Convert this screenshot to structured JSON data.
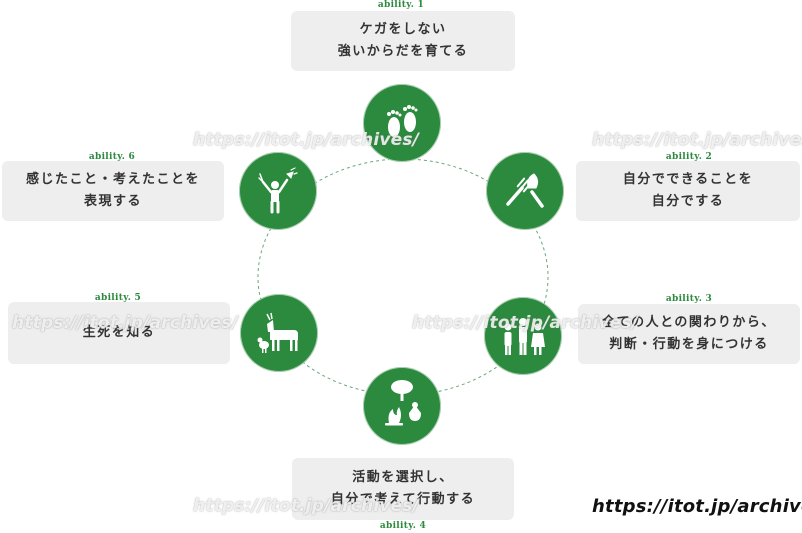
{
  "abilities": [
    {
      "label": "ability. 1",
      "lines": [
        "ケガをしない",
        "強いからだを育てる"
      ],
      "icon": "footprints-icon"
    },
    {
      "label": "ability. 2",
      "lines": [
        "自分でできることを",
        "自分でする"
      ],
      "icon": "garden-tools-icon"
    },
    {
      "label": "ability. 3",
      "lines": [
        "全ての人との関わりから、",
        "判断・行動を身につける"
      ],
      "icon": "people-icon"
    },
    {
      "label": "ability. 4",
      "lines": [
        "活動を選択し、",
        "自分で考えて行動する"
      ],
      "icon": "tree-campfire-icon"
    },
    {
      "label": "ability. 5",
      "lines": [
        "生死を知る"
      ],
      "icon": "goat-chicken-icon"
    },
    {
      "label": "ability. 6",
      "lines": [
        "感じたこと・考えたことを",
        "表現する"
      ],
      "icon": "child-expression-icon"
    }
  ],
  "watermark": "https://itot.jp/archives/",
  "colors": {
    "accent": "#2b8a3e",
    "box": "#eeeeee",
    "text": "#333333"
  }
}
